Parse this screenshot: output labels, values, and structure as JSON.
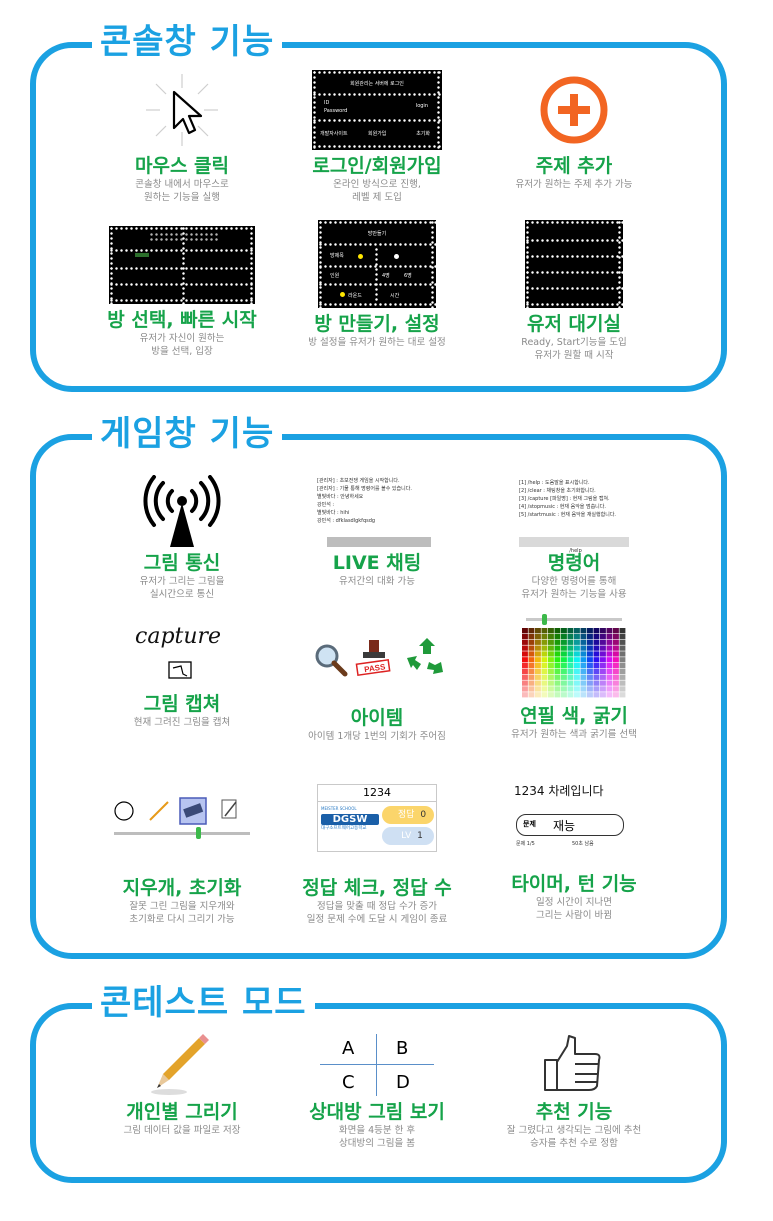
{
  "colors": {
    "panel_border": "#1ba1e2",
    "title": "#16a34a",
    "desc": "#8a8a8a",
    "plus": "#f26522"
  },
  "sections": {
    "console": {
      "title": "콘솔창 기능",
      "features": [
        {
          "title": "마우스 클릭",
          "desc": "콘솔창 내에서 마우스로\n원하는 기능을 실행",
          "icon": "mouse-cursor-icon"
        },
        {
          "title": "로그인/회원가입",
          "desc": "온라인 방식으로 진행,\n레벨 제 도입",
          "icon": "login-screen"
        },
        {
          "title": "주제 추가",
          "desc": "유저가 원하는 주제 추가 가능",
          "icon": "plus-circle-icon"
        },
        {
          "title": "방 선택, 빠른 시작",
          "desc": "유저가 자신이 원하는\n방을 선택, 입장",
          "icon": "room-list-screen"
        },
        {
          "title": "방 만들기, 설정",
          "desc": "방 설정을 유저가 원하는 대로 설정",
          "icon": "room-create-screen"
        },
        {
          "title": "유저 대기실",
          "desc": "Ready, Start기능을 도입\n유저가 원할 때 시작",
          "icon": "waiting-room-screen"
        }
      ],
      "login_screen": {
        "header": "회원관리는 서버에 로그인",
        "id_label": "ID",
        "pw_label": "Password",
        "btn_login": "login",
        "btn_site": "개발자사이트",
        "btn_join": "회원가입",
        "btn_reset": "초기화"
      },
      "room_create": {
        "header": "방만들기",
        "name": "방제목",
        "members": "인원",
        "o1": "4명",
        "o2": "6명",
        "opt_a": "라운드",
        "opt_b": "시간"
      }
    },
    "game": {
      "title": "게임창 기능",
      "features": [
        {
          "title": "그림 통신",
          "desc": "유저가 그리는 그림을\n실시간으로 통신",
          "icon": "antenna-signal-icon"
        },
        {
          "title": "LIVE 채팅",
          "desc": "유저간의 대화 가능",
          "icon": "chat-window"
        },
        {
          "title": "명령어",
          "desc": "다양한 명령어를 통해\n유저가 원하는 기능을 사용",
          "icon": "command-window"
        },
        {
          "title": "그림 캡쳐",
          "desc": "현재 그려진 그림을 캡쳐",
          "icon": "capture-icon"
        },
        {
          "title": "아이템",
          "desc": "아이템 1개당 1번의 기회가 주어짐",
          "icon": "items-icon"
        },
        {
          "title": "연필 색, 굵기",
          "desc": "유저가 원하는 색과 굵기를 선택",
          "icon": "color-palette"
        },
        {
          "title": "지우개, 초기화",
          "desc": "잘못 그린 그림을 지우개와\n초기화로 다시 그리기 가능",
          "icon": "eraser-toolbar"
        },
        {
          "title": "정답 체크, 정답 수",
          "desc": "정답을 맞출 때  정답 수가 증가\n일정 문제 수에 도달 시 게임이 종료",
          "icon": "score-panel"
        },
        {
          "title": "타이머, 턴 기능",
          "desc": "일정 시간이 지나면\n그리는 사람이 바뀜",
          "icon": "timer-panel"
        }
      ],
      "chat_lines": [
        "[관리자] : 초보전쟁 게임을 시작합니다.",
        "[관리자] : 기물 통해 명령어를 볼수 있습니다.",
        "별빛바다 : 안녕하세요",
        "강민석 : ",
        "별빛바다 : hihi",
        "강민석 : dfklasdlgkfqsdg"
      ],
      "command_lines": [
        "[1] /help : 도움말을 표시합니다.",
        "[2] /clear : 채팅창을 초기화합니다.",
        "[3] /capture [파일명] : 현재 그림을 캡쳐.",
        "[4] /stopmusic : 현재 음악을 멈춥니다.",
        "[5] /startmusic : 현재 음악을 재실행합니다."
      ],
      "command_input": "/help",
      "capture_text": "capture",
      "pass_text": "PASS",
      "score": {
        "header": "1234",
        "school_top": "MEISTER SCHOOL",
        "logo": "DGSW",
        "school": "대구소프트웨어고등학교",
        "correct_label": "정답",
        "correct_value": "0",
        "lv_label": "LV",
        "lv_value": "1"
      },
      "timer": {
        "turn_text": "1234 차례입니다",
        "question_label": "문제",
        "word": "재능",
        "count": "문제 1/5",
        "remain": "50초 남음"
      }
    },
    "contest": {
      "title": "콘테스트 모드",
      "features": [
        {
          "title": "개인별 그리기",
          "desc": "그림 데이터 값을 파일로 저장",
          "icon": "pencil-icon"
        },
        {
          "title": "상대방 그림 보기",
          "desc": "화면을 4등분 한 후\n상대방의 그림을 봄",
          "icon": "quadrant-icon"
        },
        {
          "title": "추천 기능",
          "desc": "잘 그렸다고 생각되는 그림에 추천\n승자를 추천 수로 정함",
          "icon": "thumbs-up-icon"
        }
      ],
      "quadrants": [
        "A",
        "B",
        "C",
        "D"
      ]
    }
  }
}
